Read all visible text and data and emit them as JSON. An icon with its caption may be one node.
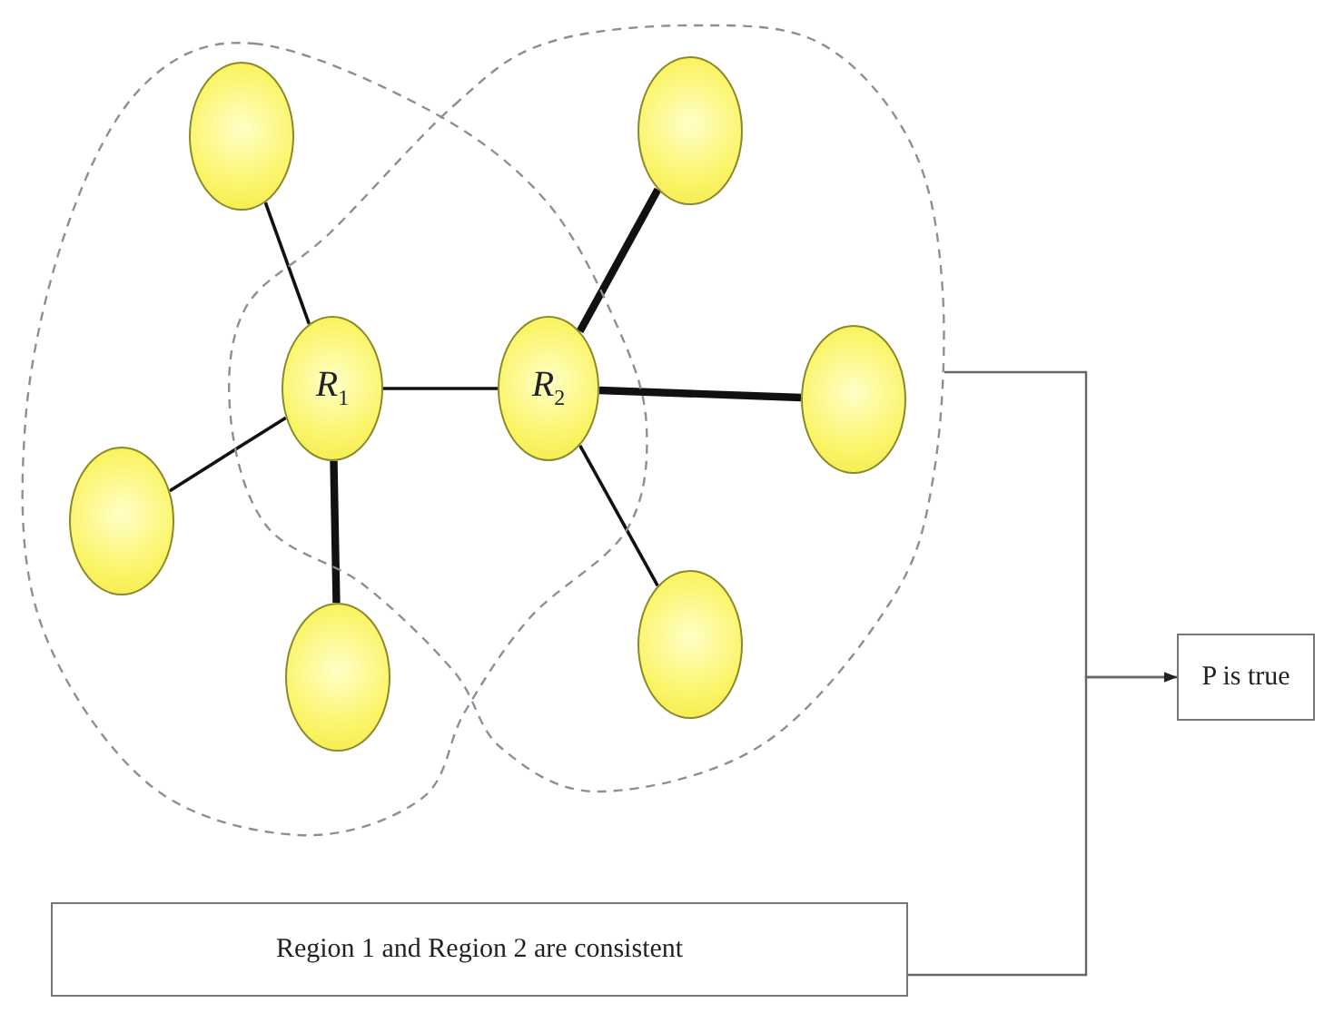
{
  "diagram": {
    "nodes": [
      {
        "text": [],
        "shape": "cloud"
      },
      {
        "text": [],
        "shape": "cloud"
      },
      {
        "text": [
          "*R*$_{1}$"
        ]
      },
      {
        "text": [
          "*R*$_{2}$"
        ]
      },
      {
        "text": [],
        "shape": "circle",
        "in": 0
      },
      {
        "text": [],
        "shape": "circle",
        "in": 0
      },
      {
        "text": [],
        "shape": "circle",
        "in": 0
      },
      {
        "text": [],
        "shape": "circle",
        "in": 1
      },
      {
        "text": [],
        "shape": "circle",
        "in": 1
      },
      {
        "text": [],
        "shape": "circle",
        "in": 1
      },
      {
        "text": [
          "Region 1 and Region 2  are consistent"
        ]
      },
      {
        "text": [
          "P is true"
        ]
      }
    ],
    "edges": [
      {
        "from": 2,
        "to": 5,
        "arrow": "none"
      },
      {
        "from": 2,
        "to": 4,
        "arrow": "none"
      },
      {
        "from": 2,
        "to": 6,
        "arrow": "none",
        "style": "thick"
      },
      {
        "from": 2,
        "to": 3,
        "arrow": "none"
      },
      {
        "from": 3,
        "to": 7,
        "arrow": "none",
        "style": "thick"
      },
      {
        "from": 3,
        "to": 9,
        "arrow": "none",
        "style": "thick"
      },
      {
        "from": 3,
        "to": 8,
        "arrow": "none"
      },
      {
        "from": 1,
        "to": 11,
        "arrow": "to"
      },
      {
        "from": 10,
        "to": 11,
        "arrow": "to"
      }
    ]
  }
}
